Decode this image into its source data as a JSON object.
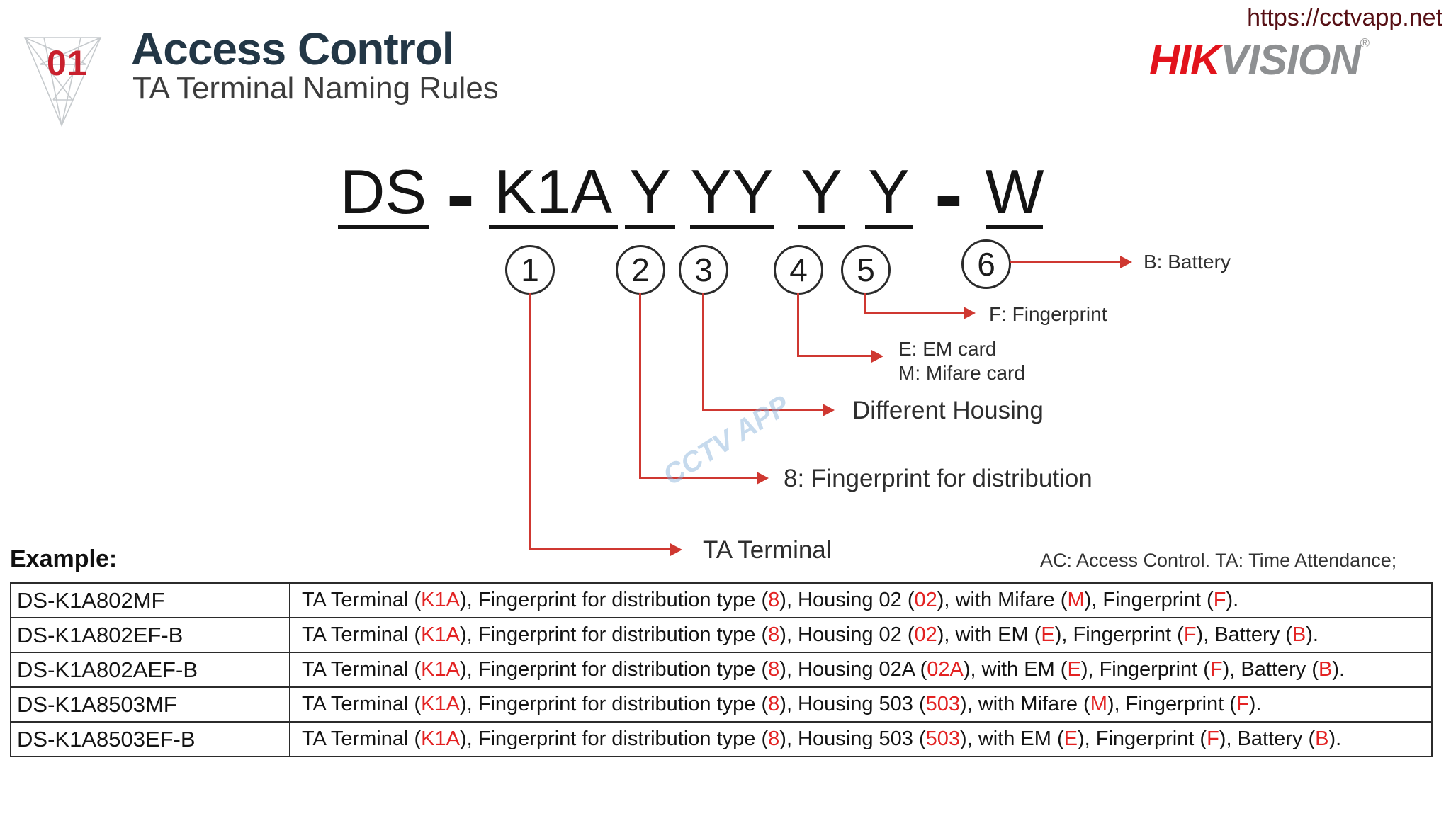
{
  "header": {
    "badge_number": "01",
    "title": "Access Control",
    "subtitle": "TA Terminal Naming Rules",
    "url": "https://cctvapp.net",
    "brand": {
      "prefix": "HIK",
      "suffix": "VISION",
      "registered": "®"
    }
  },
  "naming": {
    "segments": [
      "DS",
      "-",
      "K1A",
      "Y",
      "YY",
      "Y",
      "Y",
      "-",
      "W"
    ],
    "position_labels": [
      "1",
      "2",
      "3",
      "4",
      "5",
      "6"
    ],
    "callouts": [
      {
        "circle": "1",
        "label": "TA Terminal"
      },
      {
        "circle": "2",
        "label": "8: Fingerprint for distribution"
      },
      {
        "circle": "3",
        "label": "Different Housing"
      },
      {
        "circle": "4",
        "lines": [
          "E: EM card",
          "M: Mifare card"
        ]
      },
      {
        "circle": "5",
        "label": "F: Fingerprint"
      },
      {
        "circle": "6",
        "label": "B: Battery"
      }
    ],
    "footnote": "AC: Access Control.  TA: Time Attendance;"
  },
  "watermark": "CCTV APP",
  "example": {
    "heading": "Example:",
    "rows": [
      {
        "model": "DS-K1A802MF",
        "desc": [
          {
            "t": "TA Terminal ("
          },
          {
            "t": "K1A",
            "red": true
          },
          {
            "t": "), Fingerprint for distribution type ("
          },
          {
            "t": "8",
            "red": true
          },
          {
            "t": "), Housing 02 ("
          },
          {
            "t": "02",
            "red": true
          },
          {
            "t": "), with Mifare ("
          },
          {
            "t": "M",
            "red": true
          },
          {
            "t": "), Fingerprint ("
          },
          {
            "t": "F",
            "red": true
          },
          {
            "t": ")."
          }
        ]
      },
      {
        "model": "DS-K1A802EF-B",
        "desc": [
          {
            "t": "TA Terminal ("
          },
          {
            "t": "K1A",
            "red": true
          },
          {
            "t": "), Fingerprint for distribution type ("
          },
          {
            "t": "8",
            "red": true
          },
          {
            "t": "), Housing 02 ("
          },
          {
            "t": "02",
            "red": true
          },
          {
            "t": "), with EM ("
          },
          {
            "t": "E",
            "red": true
          },
          {
            "t": "), Fingerprint ("
          },
          {
            "t": "F",
            "red": true
          },
          {
            "t": "), Battery ("
          },
          {
            "t": "B",
            "red": true
          },
          {
            "t": ")."
          }
        ]
      },
      {
        "model": "DS-K1A802AEF-B",
        "desc": [
          {
            "t": "TA Terminal ("
          },
          {
            "t": "K1A",
            "red": true
          },
          {
            "t": "), Fingerprint for distribution type ("
          },
          {
            "t": "8",
            "red": true
          },
          {
            "t": "), Housing 02A ("
          },
          {
            "t": "02A",
            "red": true
          },
          {
            "t": "), with EM ("
          },
          {
            "t": "E",
            "red": true
          },
          {
            "t": "), Fingerprint ("
          },
          {
            "t": "F",
            "red": true
          },
          {
            "t": "), Battery ("
          },
          {
            "t": "B",
            "red": true
          },
          {
            "t": ")."
          }
        ]
      },
      {
        "model": "DS-K1A8503MF",
        "desc": [
          {
            "t": "TA Terminal ("
          },
          {
            "t": "K1A",
            "red": true
          },
          {
            "t": "), Fingerprint for distribution type ("
          },
          {
            "t": "8",
            "red": true
          },
          {
            "t": "), Housing 503 ("
          },
          {
            "t": "503",
            "red": true
          },
          {
            "t": "), with Mifare ("
          },
          {
            "t": "M",
            "red": true
          },
          {
            "t": "), Fingerprint ("
          },
          {
            "t": "F",
            "red": true
          },
          {
            "t": ")."
          }
        ]
      },
      {
        "model": "DS-K1A8503EF-B",
        "desc": [
          {
            "t": "TA Terminal ("
          },
          {
            "t": "K1A",
            "red": true
          },
          {
            "t": "), Fingerprint for distribution type ("
          },
          {
            "t": "8",
            "red": true
          },
          {
            "t": "), Housing 503 ("
          },
          {
            "t": "503",
            "red": true
          },
          {
            "t": "), with EM ("
          },
          {
            "t": "E",
            "red": true
          },
          {
            "t": "), Fingerprint ("
          },
          {
            "t": "F",
            "red": true
          },
          {
            "t": "), Battery ("
          },
          {
            "t": "B",
            "red": true
          },
          {
            "t": ")."
          }
        ]
      }
    ]
  },
  "colors": {
    "title_navy": "#233746",
    "accent_red": "#c9212e",
    "brand_red": "#e2131c",
    "brand_gray": "#8e9092",
    "url_maroon": "#571015",
    "arrow_red": "#cf3831",
    "table_red": "#e32222",
    "watermark_blue": "#80acd6"
  }
}
